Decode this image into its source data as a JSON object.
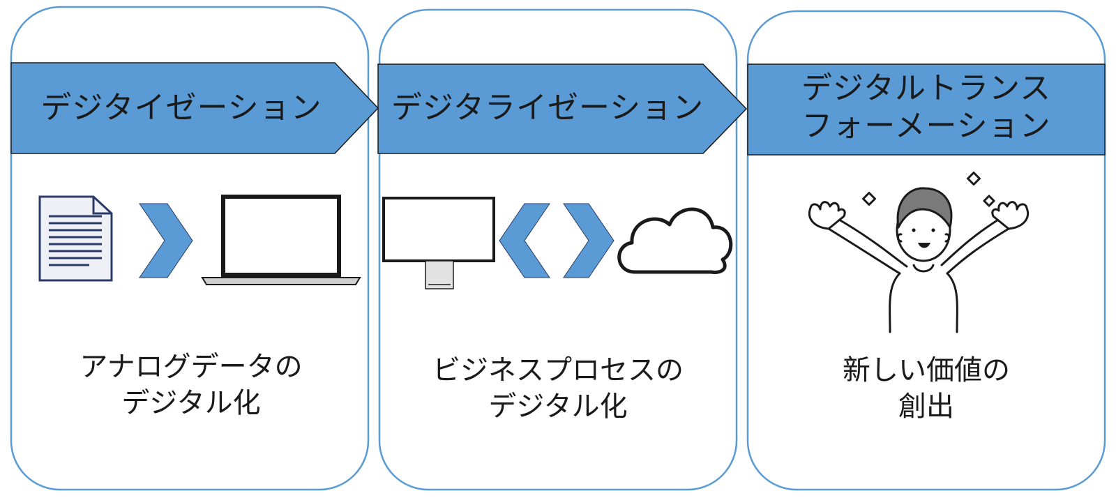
{
  "stages": [
    {
      "title": "デジタイゼーション",
      "caption_lines": [
        "アナログデータの",
        "デジタル化"
      ]
    },
    {
      "title": "デジタライゼーション",
      "caption_lines": [
        "ビジネスプロセスの",
        "デジタル化"
      ]
    },
    {
      "title_lines": [
        "デジタルトランス",
        "フォーメーション"
      ],
      "caption_lines": [
        "新しい価値の",
        "創出"
      ]
    }
  ],
  "icons": {
    "stage_1": [
      "document-icon",
      "chevron-right-icon",
      "laptop-icon"
    ],
    "stage_2": [
      "monitor-icon",
      "chevron-left-icon",
      "chevron-right-icon",
      "cloud-icon"
    ],
    "stage_3": [
      "celebrating-person-icon"
    ]
  },
  "colors": {
    "banner_fill": "#5b9bd5",
    "panel_border": "#5b9bd5",
    "chevron_fill": "#5b9bd5",
    "outline": "#1a1a1a"
  }
}
